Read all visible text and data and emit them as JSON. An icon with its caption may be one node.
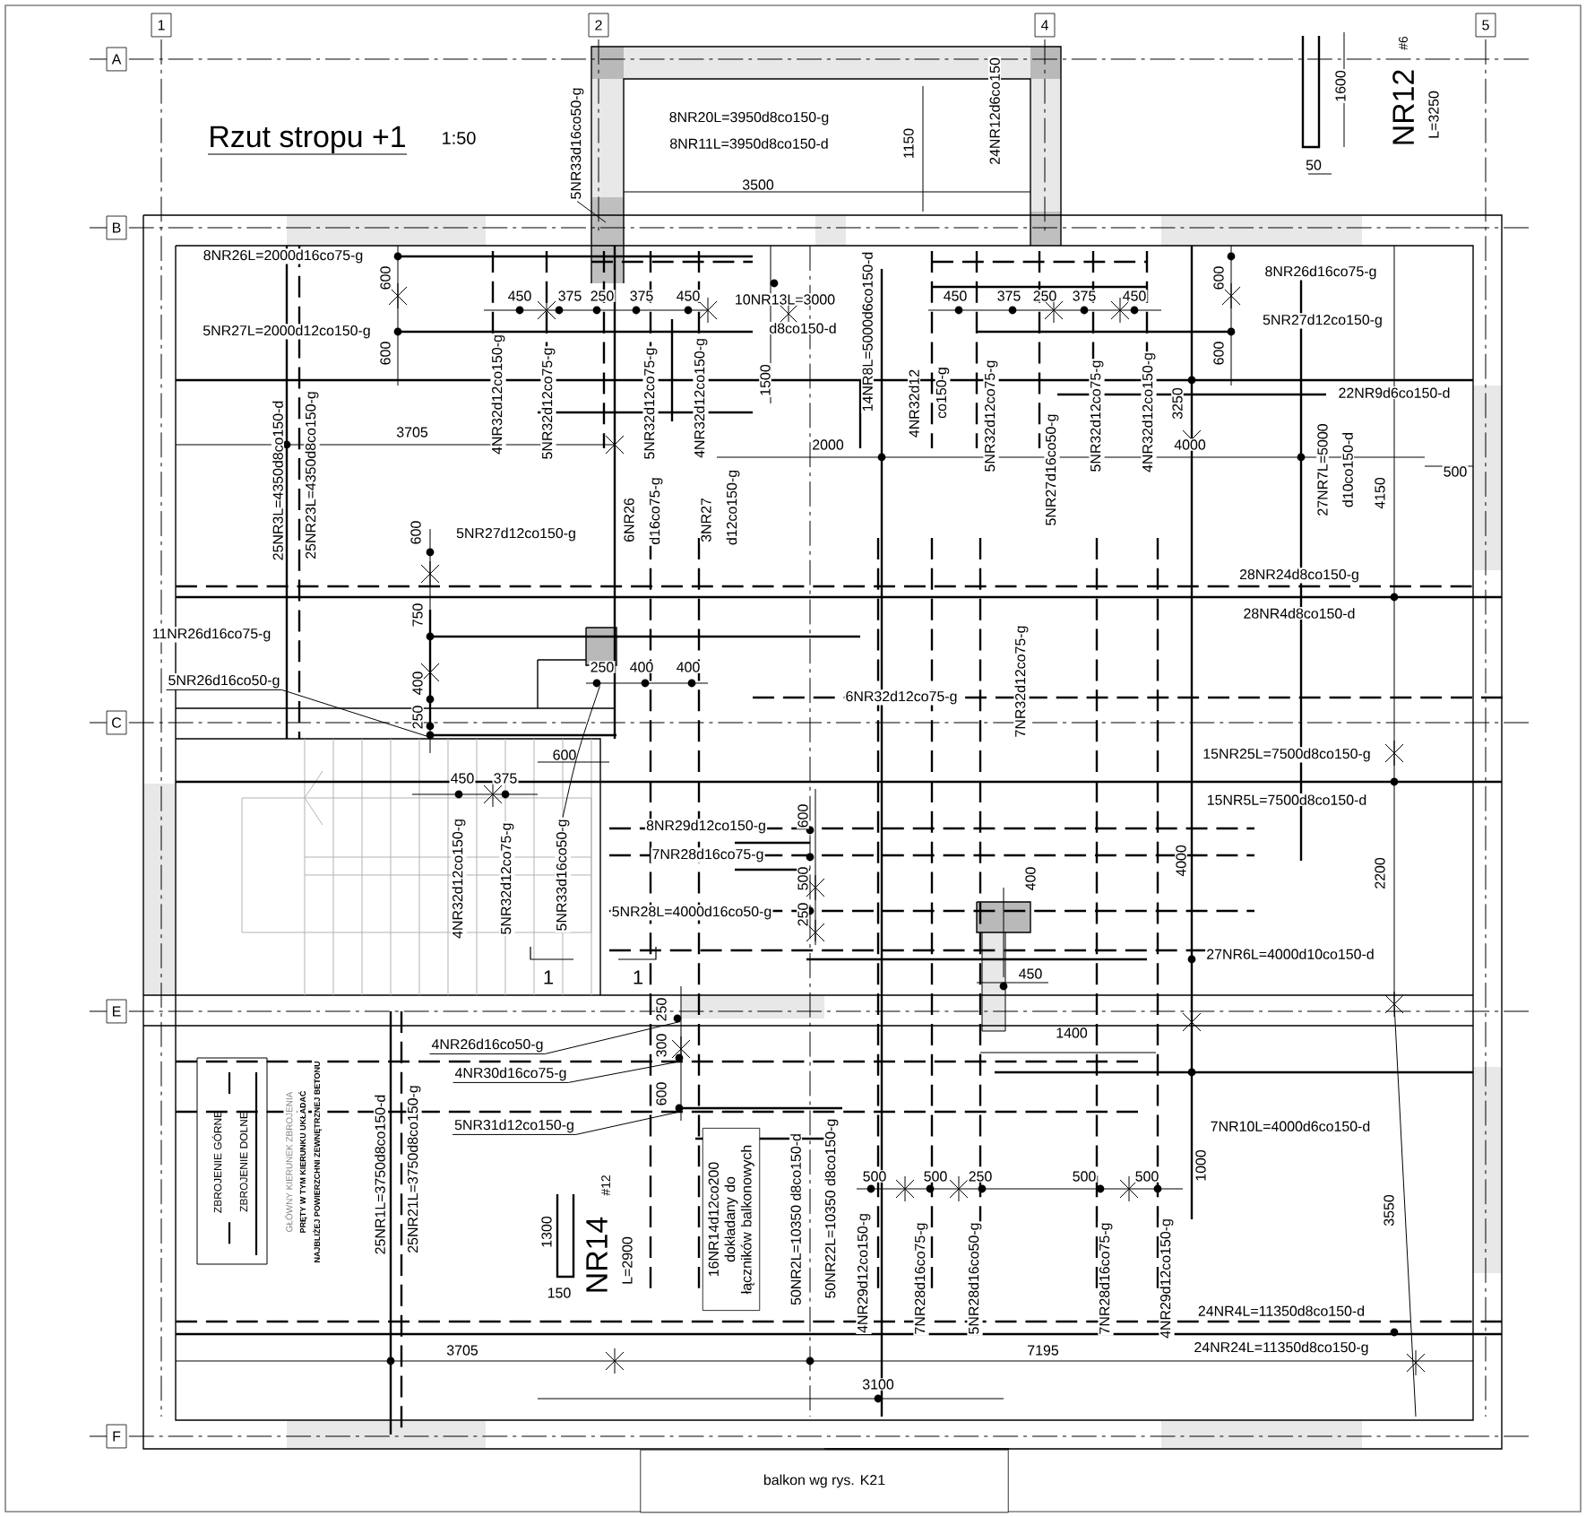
{
  "diagram": {
    "title": "Rzut stropu +1",
    "nodes": [
      {
        "text": [
          "1"
        ]
      },
      {
        "text": [
          "2"
        ]
      },
      {
        "text": [
          "4"
        ]
      },
      {
        "text": [
          "5"
        ]
      },
      {
        "text": [
          "A"
        ]
      },
      {
        "text": [
          "B"
        ]
      },
      {
        "text": [
          "C"
        ]
      },
      {
        "text": [
          "E"
        ]
      },
      {
        "text": [
          "F"
        ]
      },
      {
        "text": [
          "5NR33d16co50-g"
        ]
      },
      {
        "text": [
          "5NR26d16co50-g"
        ]
      },
      {
        "text": [
          "5NR33d16co50-g"
        ]
      },
      {
        "text": [
          "4NR26d16co50-g"
        ]
      },
      {
        "text": [
          "4NR30d16co75-g"
        ]
      },
      {
        "text": [
          "5NR31d12co150-g"
        ]
      },
      {
        "text": [
          "16NR14d12co200 dokładany do łączników balkonowych"
        ]
      },
      {
        "text": [
          "balkon wg rys. K21"
        ]
      },
      {
        "text": [],
        "shape": "circle"
      },
      {
        "text": [],
        "shape": "circle"
      },
      {
        "text": [],
        "shape": "circle"
      },
      {
        "text": [],
        "shape": "circle"
      },
      {
        "text": [],
        "shape": "circle"
      }
    ],
    "edges": [
      {
        "from": 9,
        "to": null,
        "arrow": "none"
      },
      {
        "from": 10,
        "to": 17,
        "arrow": "none"
      },
      {
        "from": 11,
        "to": 18,
        "arrow": "none"
      },
      {
        "from": 12,
        "to": 19,
        "arrow": "none"
      },
      {
        "from": 13,
        "to": 20,
        "arrow": "none"
      },
      {
        "from": 14,
        "to": 21,
        "arrow": "none"
      }
    ],
    "labels": [
      "1:50",
      "8NR20L=3950d8co150-g",
      "8NR11L=3950d8co150-d",
      "1150",
      "24NR12d6co150",
      "3500",
      "1600",
      "NR12",
      "#6",
      "L=3250",
      "50",
      "8NR26L=2000d16co75-g",
      "600",
      "5NR27L=2000d12co150-g",
      "600",
      "450",
      "375",
      "250",
      "375",
      "450",
      "10NR13L=3000",
      "d8co150-d",
      "450",
      "375",
      "250",
      "375",
      "450",
      "8NR26d16co75-g",
      "600",
      "5NR27d12co150-g",
      "600",
      "4NR32d12co150-g",
      "5NR32d12co75-g",
      "5NR32d12co75-g",
      "4NR32d12co150-g",
      "1500",
      "14NR8L=5000d6co150-d",
      "4NR32d12",
      "co150-g",
      "5NR32d12co75-g",
      "5NR27d16co50-g",
      "5NR32d12co75-g",
      "4NR32d12co150-g",
      "3250",
      "22NR9d6co150-d",
      "25NR3L=4350d8co150-d",
      "25NR23L=4350d8co150-g",
      "3705",
      "2000",
      "4000",
      "27NR7L=5000",
      "d10co150-d",
      "4150",
      "500",
      "600",
      "5NR27d12co150-g",
      "6NR26",
      "d16co75-g",
      "3NR27",
      "d12co150-g",
      "28NR24d8co150-g",
      "28NR4d8co150-d",
      "11NR26d16co75-g",
      "750",
      "400",
      "250",
      "250",
      "400",
      "400",
      "6NR32d12co75-g",
      "7NR32d12co75-g",
      "15NR25L=7500d8co150-g",
      "15NR5L=7500d8co150-d",
      "600",
      "450",
      "375",
      "4NR32d12co150-g",
      "5NR32d12co75-g",
      "8NR29d12co150-g",
      "7NR28d16co75-g",
      "5NR28L=4000d16co50-g",
      "600",
      "500",
      "250",
      "400",
      "4000",
      "2200",
      "450",
      "27NR6L=4000d10co150-d",
      "1",
      "1",
      "250",
      "300",
      "600",
      "1400",
      "7NR10L=4000d6co150-d",
      "GŁÓWNY KIERUNEK ZBROJENIA",
      "PRĘTY W TYM KIERUNKU UKŁADAĆ",
      "NAJBLIŻEJ POWIERZCHNI ZEWNĘTRZNEJ BETONU",
      "25NR1L=3750d8co150-d",
      "25NR21L=3750d8co150-g",
      "1300",
      "150",
      "NR14",
      "#12",
      "L=2900",
      "50NR2L=10350 d8co150-d",
      "50NR22L=10350 d8co150-g",
      "4NR29d12co150-g",
      "500",
      "500",
      "250",
      "7NR28d16co75-g",
      "5NR28d16co50-g",
      "500",
      "500",
      "7NR28d16co75-g",
      "4NR29d12co150-g",
      "1000",
      "3550",
      "24NR4L=11350d8co150-d",
      "3705",
      "7195",
      "24NR24L=11350d8co150-g",
      "3100"
    ],
    "legend": [
      {
        "text": "ZBROJENIE GÓRNE"
      },
      {
        "text": "ZBROJENIE DOLNE"
      }
    ]
  }
}
